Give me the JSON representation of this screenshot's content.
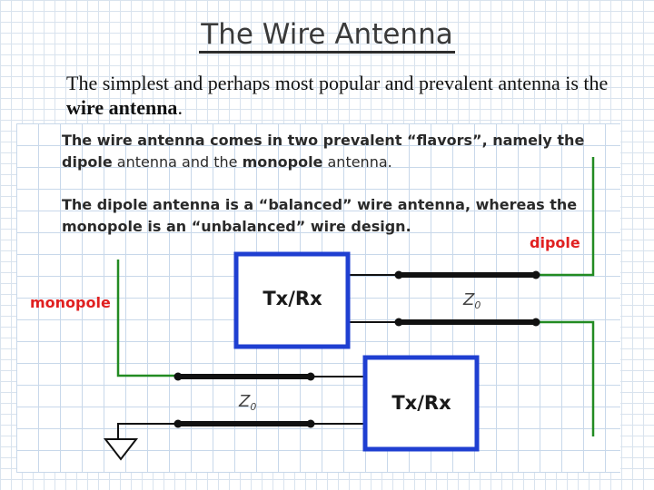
{
  "slide": {
    "title": "The Wire Antenna",
    "intro_prefix": "The simplest and perhaps most popular and prevalent antenna is the ",
    "intro_bold": "wire antenna",
    "intro_suffix": "."
  },
  "figure": {
    "para1": {
      "l1": "The wire antenna comes in two prevalent “flavors”, namely the",
      "l2_b1": "dipole",
      "l2_t1": " antenna and the ",
      "l2_b2": "monopole",
      "l2_t2": " antenna."
    },
    "para2": {
      "l1": "The dipole antenna is a “balanced” wire antenna, whereas the",
      "l2": "monopole is an “unbalanced” wire design."
    },
    "dipole_label": "dipole",
    "monopole_label": "monopole",
    "box_top_label": "Tx/Rx",
    "box_bottom_label": "Tx/Rx",
    "z_symbol": "Z",
    "z_subscript": "0",
    "colors": {
      "wire": "#228b22",
      "box_border": "#1f3fd1",
      "label_red": "#e02020",
      "line_dark": "#111111"
    }
  }
}
